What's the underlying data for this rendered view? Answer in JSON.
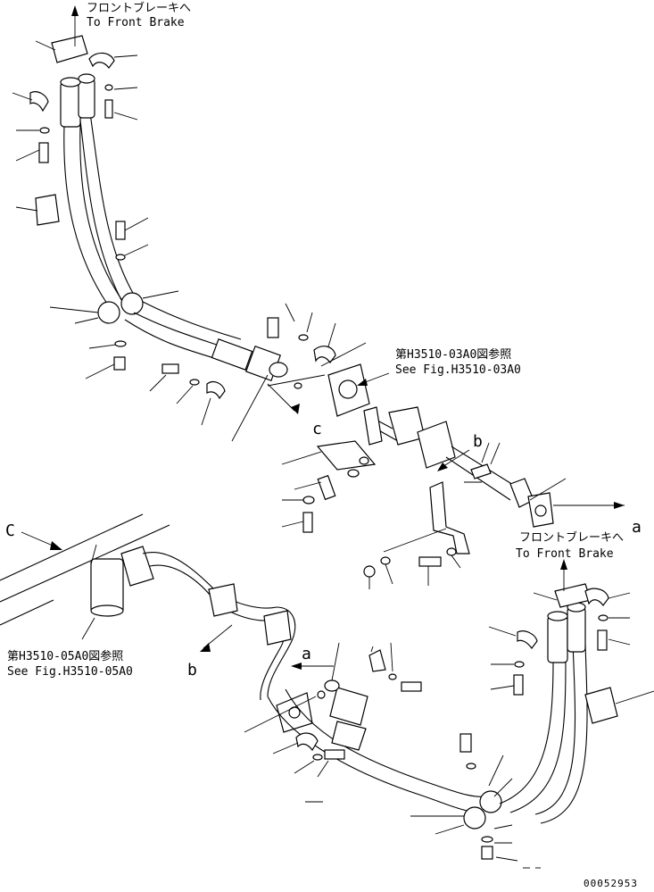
{
  "callouts": {
    "front_brake_top": {
      "jp": "フロントブレーキへ",
      "en": "To Front Brake"
    },
    "front_brake_right": {
      "jp": "フロントブレーキへ",
      "en": "To Front Brake"
    },
    "ref_03a0": {
      "jp": "第H3510-03A0図参照",
      "en": "See Fig.H3510-03A0"
    },
    "ref_05a0": {
      "jp": "第H3510-05A0図参照",
      "en": "See Fig.H3510-05A0"
    }
  },
  "markers": {
    "a_right": "a",
    "a_lower": "a",
    "b_mid": "b",
    "b_lower": "b",
    "c_mid": "c",
    "c_left": "C"
  },
  "drawing_number": "00052953"
}
